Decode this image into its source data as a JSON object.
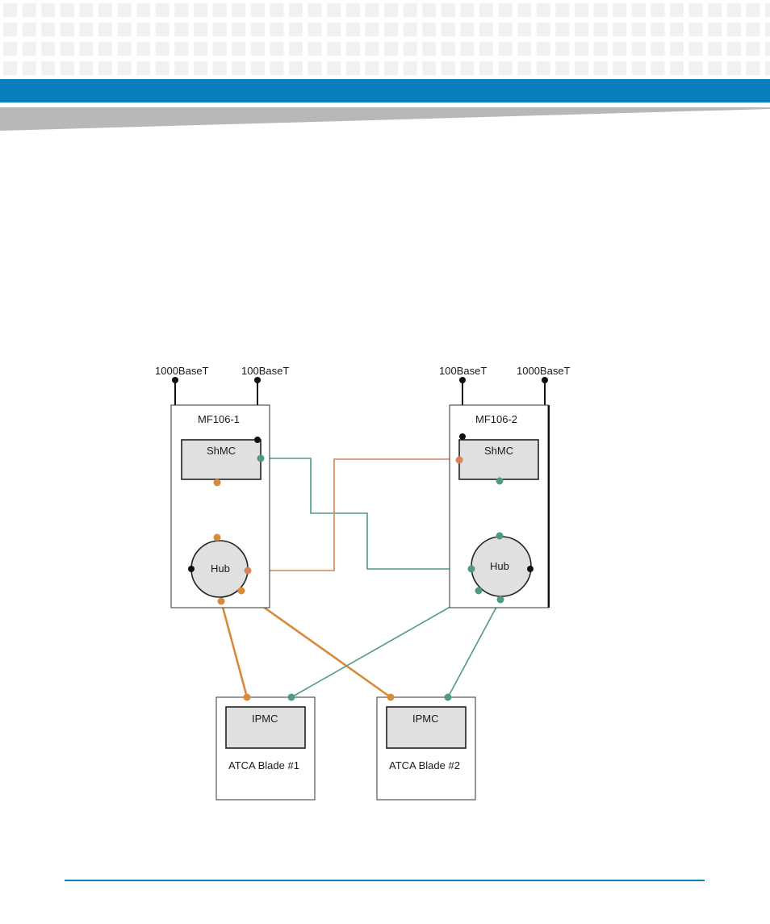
{
  "colors": {
    "header_band": "#0a7fc0",
    "header_pattern": "#f1f1f1",
    "header_swoosh": "#b8b8b8",
    "footer_rule": "#0a7fc0",
    "base_link": "#d88a3a",
    "fabric_link": "#4f9a84",
    "cross_base_link": "#d9825a",
    "box_fill": "#e0e0e0",
    "line_black": "#111111"
  },
  "diagram": {
    "external_ports": {
      "left_1000": "1000BaseT",
      "left_100": "100BaseT",
      "right_100": "100BaseT",
      "right_1000": "1000BaseT"
    },
    "switch1": {
      "title": "MF106-1",
      "shmc": "ShMC",
      "hub": "Hub"
    },
    "switch2": {
      "title": "MF106-2",
      "shmc": "ShMC",
      "hub": "Hub"
    },
    "blade1": {
      "ipmc": "IPMC",
      "title": "ATCA Blade #1"
    },
    "blade2": {
      "ipmc": "IPMC",
      "title": "ATCA Blade #2"
    }
  }
}
